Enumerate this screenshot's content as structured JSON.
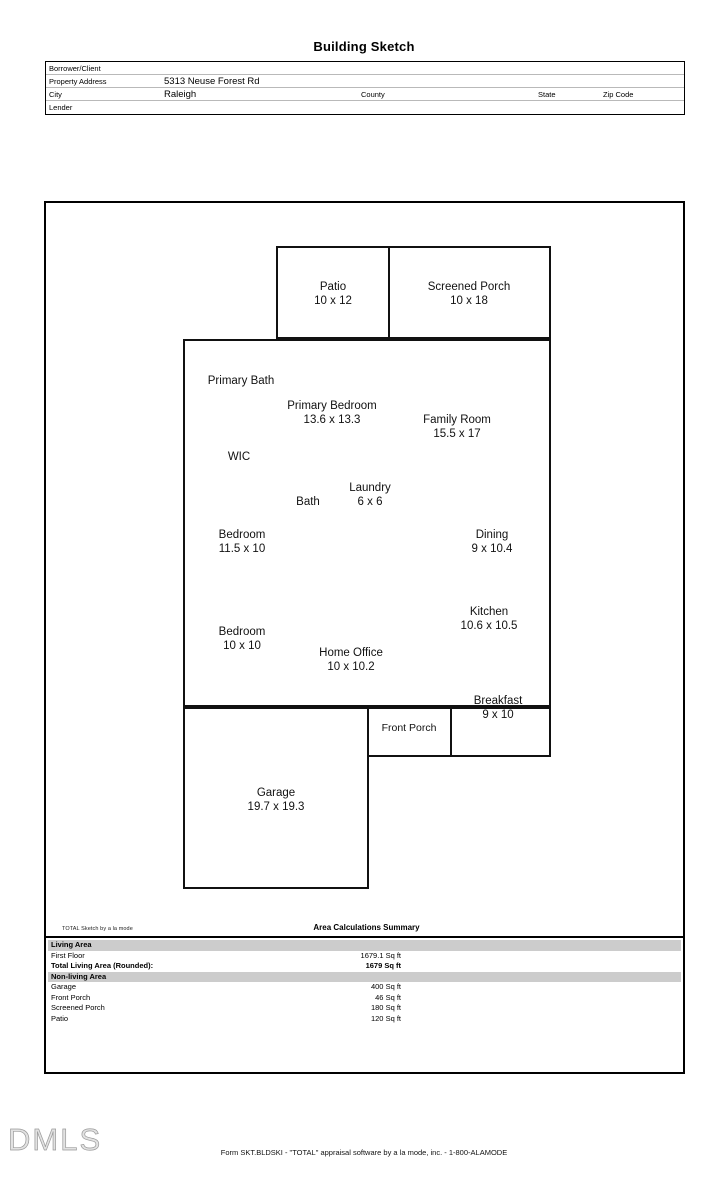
{
  "document": {
    "title": "Building Sketch",
    "watermark": "DMLS",
    "form_footer": "Form SKT.BLDSKI - \"TOTAL\" appraisal software by a la mode, inc. - 1-800-ALAMODE",
    "sketch_credit": "TOTAL Sketch by a la mode"
  },
  "header": {
    "rows": [
      {
        "label": "Borrower/Client",
        "value": ""
      },
      {
        "label": "Property Address",
        "value": "5313 Neuse Forest Rd"
      },
      {
        "label": "City",
        "value": "Raleigh"
      },
      {
        "label": "Lender",
        "value": ""
      }
    ],
    "borrower_label": "Borrower/Client",
    "borrower_value": "",
    "address_label": "Property Address",
    "address_value": "5313 Neuse Forest Rd",
    "city_label": "City",
    "city_value": "Raleigh",
    "county_label": "County",
    "county_value": "",
    "state_label": "State",
    "state_value": "",
    "zip_label": "Zip Code",
    "zip_value": "",
    "lender_label": "Lender",
    "lender_value": ""
  },
  "sketch": {
    "rooms": [
      {
        "name": "Patio",
        "dims": "10 x 12"
      },
      {
        "name": "Screened Porch",
        "dims": "10 x 18"
      },
      {
        "name": "Primary Bath",
        "dims": ""
      },
      {
        "name": "Primary Bedroom",
        "dims": "13.6 x 13.3"
      },
      {
        "name": "Family Room",
        "dims": "15.5 x 17"
      },
      {
        "name": "WIC",
        "dims": ""
      },
      {
        "name": "Bath",
        "dims": ""
      },
      {
        "name": "Laundry",
        "dims": "6 x 6"
      },
      {
        "name": "Bedroom",
        "dims": "11.5 x 10"
      },
      {
        "name": "Dining",
        "dims": "9 x 10.4"
      },
      {
        "name": "Bedroom",
        "dims": "10 x 10"
      },
      {
        "name": "Kitchen",
        "dims": "10.6 x 10.5"
      },
      {
        "name": "Home Office",
        "dims": "10 x 10.2"
      },
      {
        "name": "Breakfast",
        "dims": "9 x 10"
      },
      {
        "name": "Front Porch",
        "dims": ""
      },
      {
        "name": "Garage",
        "dims": "19.7 x 19.3"
      }
    ]
  },
  "area_summary": {
    "title": "Area Calculations Summary",
    "sections": [
      {
        "heading": "Living Area",
        "rows": [
          {
            "name": "First Floor",
            "value": "1679.1 Sq ft",
            "bold": false
          },
          {
            "name": "Total Living Area (Rounded):",
            "value": "1679 Sq ft",
            "bold": true
          }
        ]
      },
      {
        "heading": "Non-living Area",
        "rows": [
          {
            "name": "Garage",
            "value": "400 Sq ft",
            "bold": false
          },
          {
            "name": "Front Porch",
            "value": "46 Sq ft",
            "bold": false
          },
          {
            "name": "Screened Porch",
            "value": "180 Sq ft",
            "bold": false
          },
          {
            "name": "Patio",
            "value": "120 Sq ft",
            "bold": false
          }
        ]
      }
    ]
  }
}
